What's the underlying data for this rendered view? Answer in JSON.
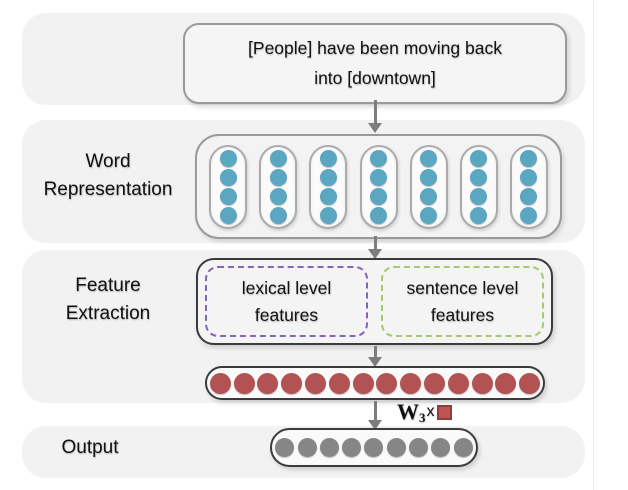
{
  "figure": {
    "input_sentence": "[People] have been moving back\ninto [downtown]",
    "word_representation": {
      "label": "Word\nRepresentation",
      "columns": 7,
      "dots_per_column": 4,
      "dot_color": "#5BA6C0",
      "dot_size": 17
    },
    "feature_extraction": {
      "label": "Feature\nExtraction",
      "lexical_box_label": "lexical level\nfeatures",
      "sentence_box_label": "sentence level\nfeatures",
      "lexical_border_color": "#8464B4",
      "sentence_border_color": "#A5C96B"
    },
    "feature_vector": {
      "dot_count": 14,
      "dot_color": "#B25252",
      "dot_size": 21
    },
    "transform": {
      "weight_symbol": "W",
      "weight_subscript": "3",
      "operator": "x",
      "operand_color": "#C15353"
    },
    "output": {
      "label": "Output",
      "dot_count": 9,
      "dot_color": "#868686",
      "dot_size": 19
    }
  },
  "colors": {
    "band_background": "#F2F2F2",
    "arrow": "#7D7D7D"
  }
}
